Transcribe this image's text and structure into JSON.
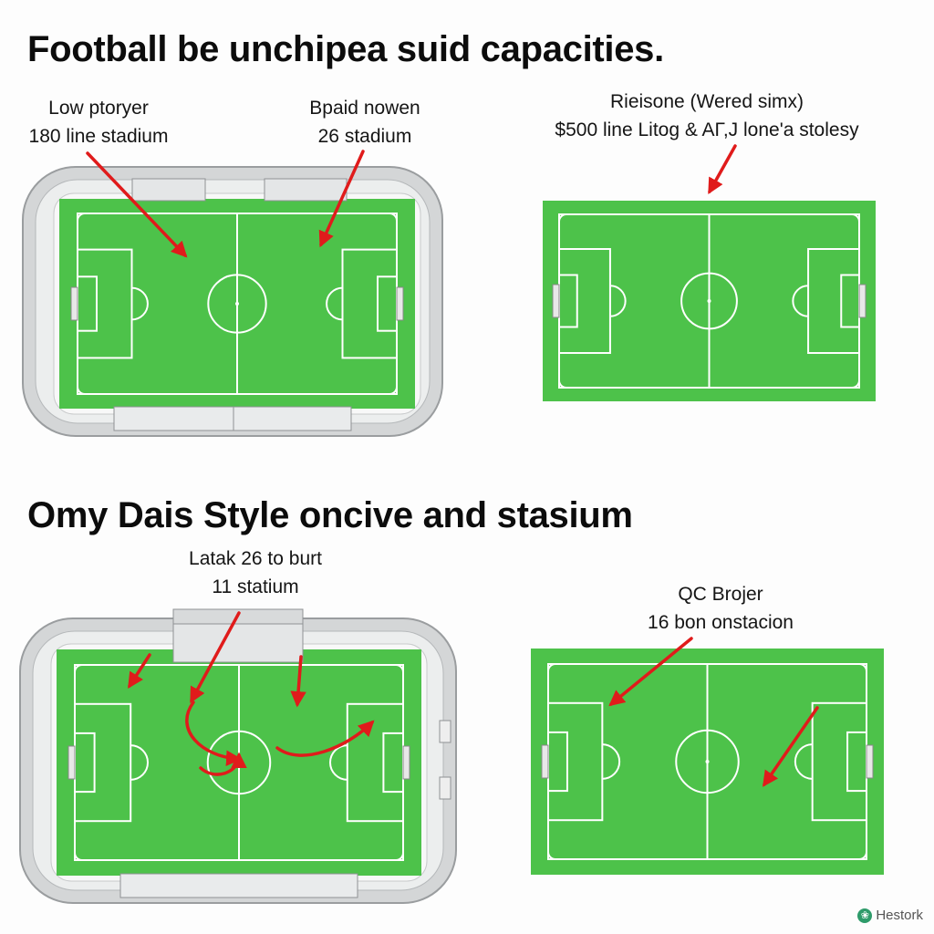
{
  "headings": {
    "top": "Football be unchipea suid capacities.",
    "bottom": "Omy Dais Style oncive and stasium"
  },
  "panels": [
    {
      "id": "a",
      "lines": [
        "Low ptoryer",
        "180 line stadium"
      ]
    },
    {
      "id": "b",
      "lines": [
        "Bpaid nowen",
        "26 stadium"
      ]
    },
    {
      "id": "c",
      "lines": [
        "Rieisone (Wered simx)",
        "$500 line Litog & AΓ,J lone'a stolesy"
      ]
    },
    {
      "id": "d",
      "lines": [
        "Latak 26 to burt",
        "11 statium"
      ]
    },
    {
      "id": "e",
      "lines": [
        "QC Brojer",
        "16 bon onstacion"
      ]
    }
  ],
  "colors": {
    "pitch": "#4dc24a",
    "pitch_lines": "#ffffff",
    "stands": "#cfd2d3",
    "arrow": "#e01b1b"
  },
  "watermark": {
    "icon": "leaf-icon",
    "text": "Hestork"
  }
}
